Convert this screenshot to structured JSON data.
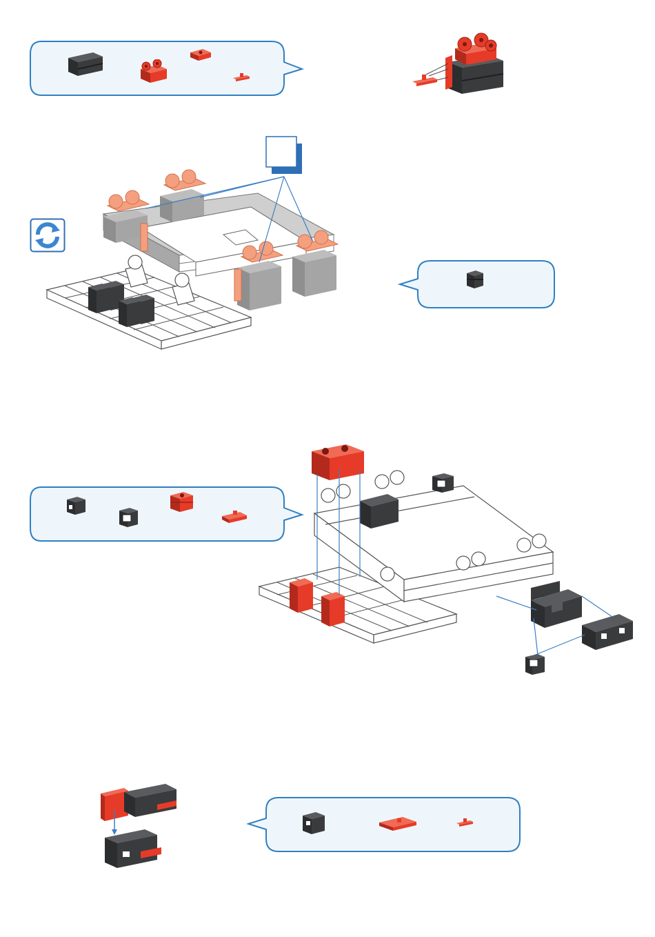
{
  "colors": {
    "bubble_fill": "#eef6fb",
    "bubble_stroke": "#2f7fc1",
    "part_red": "#e63b28",
    "part_red_light": "#f4a07f",
    "part_dark": "#3a3b3d",
    "part_grey": "#9c9c9c",
    "part_white": "#ffffff",
    "leader_blue": "#3b7fc4"
  },
  "icons": {
    "rotate": "rotate-model-icon",
    "count_box": "step-count-box"
  },
  "steps": [
    {
      "parts_bubble": [
        "building-block-30-dark",
        "hinge-block-red",
        "building-plate-red",
        "angle-clip-red"
      ],
      "result": "hinge-assembly"
    },
    {
      "parts_bubble": [
        "building-block-15-dark"
      ],
      "result": "frame-with-four-hinge-assemblies"
    },
    {
      "parts_bubble": [
        "building-block-15-bore-dark",
        "building-block-15-cutout-dark",
        "building-block-15-double-red",
        "angle-clip-red"
      ],
      "result": "frame-with-red-blocks"
    },
    {
      "parts_bubble": [
        "building-block-30-cutout-dark",
        "building-plate-15x30-red",
        "angle-clip-red"
      ],
      "result": "u-bracket-assembly"
    }
  ]
}
